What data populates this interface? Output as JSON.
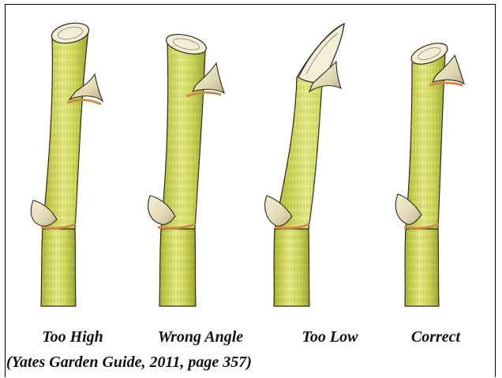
{
  "figure": {
    "panels": [
      {
        "id": "too-high",
        "caption": "Too High"
      },
      {
        "id": "wrong-angle",
        "caption": "Wrong Angle"
      },
      {
        "id": "too-low",
        "caption": "Too Low"
      },
      {
        "id": "correct",
        "caption": "Correct"
      }
    ],
    "source": "(Yates Garden Guide, 2011, page 357)",
    "colors": {
      "stem": "#d2d85a",
      "stem_shadow": "#a9b43a",
      "stem_highlight": "#eef09a",
      "bud": "#e9e2c4",
      "bud_shade": "#b8ad86",
      "node_ring": "#c98a4a",
      "cut_face": "#f3eed8",
      "ink": "#2b2b1a"
    }
  }
}
